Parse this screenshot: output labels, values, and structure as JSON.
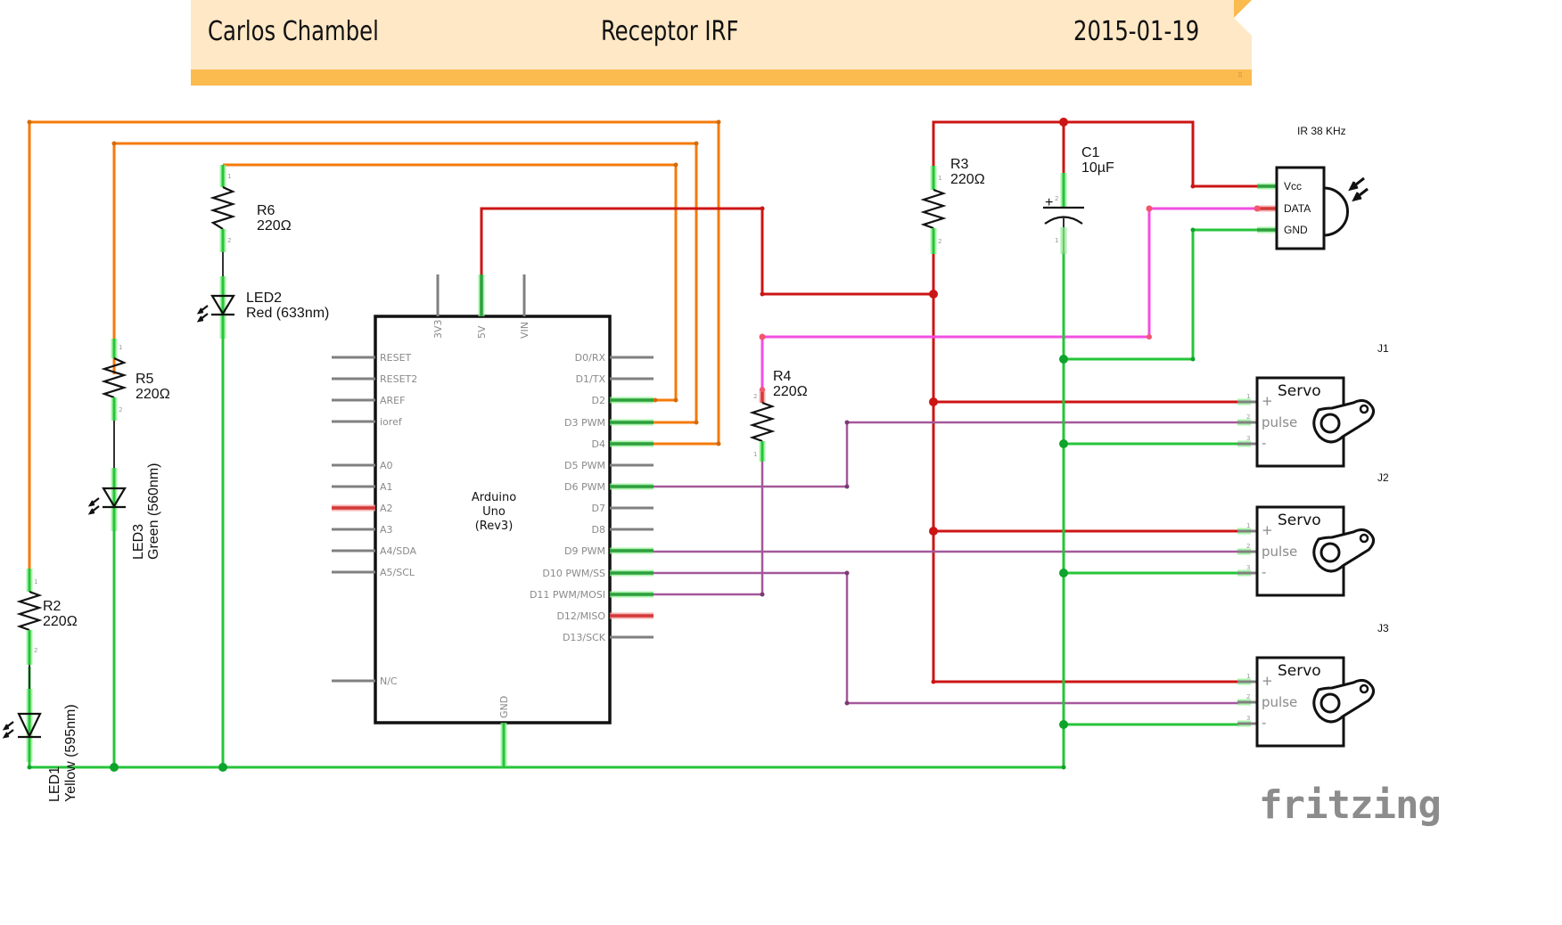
{
  "titleblock": {
    "author": "Carlos Chambel",
    "project": "Receptor IRF",
    "date": "2015-01-19",
    "colors": {
      "paper": "#ffe8c6",
      "stripe": "#fbbb4f"
    }
  },
  "arduino": {
    "name_line1": "Arduino",
    "name_line2": "Uno",
    "name_line3": "(Rev3)",
    "top_pins": [
      "3V3",
      "5V",
      "VIN"
    ],
    "left_pins": [
      "RESET",
      "RESET2",
      "AREF",
      "ioref",
      "A0",
      "A1",
      "A2",
      "A3",
      "A4/SDA",
      "A5/SCL",
      "N/C"
    ],
    "right_pins": [
      "D0/RX",
      "D1/TX",
      "D2",
      "D3 PWM",
      "D4",
      "D5 PWM",
      "D6 PWM",
      "D7",
      "D8",
      "D9 PWM",
      "D10 PWM/SS",
      "D11 PWM/MOSI",
      "D12/MISO",
      "D13/SCK"
    ],
    "bottom_pin": "GND"
  },
  "components": {
    "R6": {
      "ref": "R6",
      "value": "220Ω"
    },
    "R5": {
      "ref": "R5",
      "value": "220Ω"
    },
    "R2": {
      "ref": "R2",
      "value": "220Ω"
    },
    "R3": {
      "ref": "R3",
      "value": "220Ω"
    },
    "R4": {
      "ref": "R4",
      "value": "220Ω"
    },
    "LED1": {
      "ref": "LED1",
      "value": "Yellow (595nm)"
    },
    "LED2": {
      "ref": "LED2",
      "value": "Red (633nm)"
    },
    "LED3": {
      "ref": "LED3",
      "value": "Green (560nm)"
    },
    "C1": {
      "ref": "C1",
      "value": "10µF",
      "polarity": "+"
    },
    "IR": {
      "title": "IR 38 KHz",
      "pins": [
        "Vcc",
        "DATA",
        "GND"
      ]
    },
    "J1": {
      "ref": "J1",
      "title": "Servo",
      "pins": [
        "+",
        "pulse",
        "-"
      ]
    },
    "J2": {
      "ref": "J2",
      "title": "Servo",
      "pins": [
        "+",
        "pulse",
        "-"
      ]
    },
    "J3": {
      "ref": "J3",
      "title": "Servo",
      "pins": [
        "+",
        "pulse",
        "-"
      ]
    }
  },
  "pin_numbers": {
    "one": "1",
    "two": "2",
    "three": "3"
  },
  "wire_colors": {
    "led_signals": "#f57a08",
    "power_5v": "#cc1414",
    "ground": "#26c43a",
    "servo_pulse": "#a4589b",
    "ir_data": "#f24ee0"
  },
  "logo": {
    "text": "fritzing"
  }
}
